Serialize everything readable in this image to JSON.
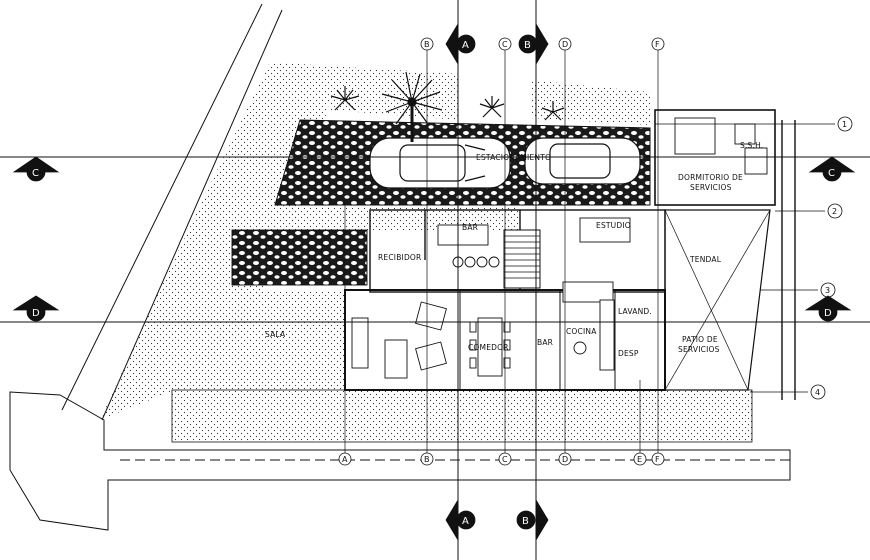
{
  "plan": {
    "rooms": {
      "estacionamiento": "ESTACIONAMIENTO",
      "dormitorio_line1": "DORMITORIO DE",
      "dormitorio_line2": "SERVICIOS",
      "ssh": "S.S.H.",
      "bar": "BAR",
      "estudio": "ESTUDIO",
      "recibidor": "RECIBIDOR",
      "tendal": "TENDAL",
      "sala": "SALA",
      "comedor": "COMEDOR",
      "lavand": "LAVAND.",
      "cocina": "COCINA",
      "desp": "DESP",
      "patio_line1": "PATIO DE",
      "patio_line2": "SERVICIOS",
      "bar2": "BAR"
    },
    "axes_top": [
      "B",
      "C",
      "D",
      "F"
    ],
    "axes_bottom": [
      "A",
      "B",
      "C",
      "D",
      "E",
      "F"
    ],
    "axes_right": [
      "1",
      "2",
      "3",
      "4"
    ],
    "sections": {
      "A_top": "A",
      "B_top": "B",
      "A_bottom": "A",
      "B_bottom": "B",
      "C_left": "C",
      "C_right": "C",
      "D_left": "D",
      "D_right": "D"
    }
  }
}
